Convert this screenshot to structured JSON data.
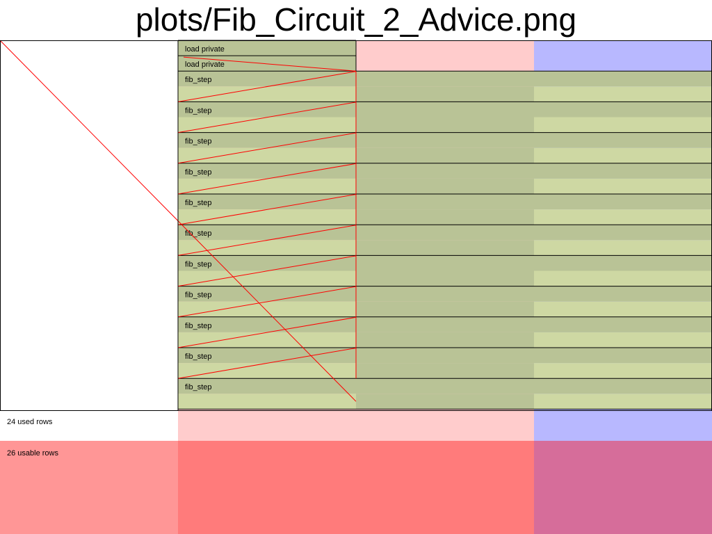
{
  "title": "plots/Fib_Circuit_2_Advice.png",
  "colors": {
    "selector_band": "#ffffff",
    "advice_used": "#ffcccc",
    "fixed_used": "#b8b8ff",
    "region_dark": "#b9c396",
    "region_light": "#ced8a3",
    "usable_selector": "#ff9696",
    "usable_advice": "#ff7b7b",
    "usable_fixed": "#d66d9a",
    "permutation_line": "#ff0000"
  },
  "regions": [
    {
      "label": "load private",
      "rows": 1
    },
    {
      "label": "load private",
      "rows": 1
    },
    {
      "label": "fib_step",
      "rows": 2
    },
    {
      "label": "fib_step",
      "rows": 2
    },
    {
      "label": "fib_step",
      "rows": 2
    },
    {
      "label": "fib_step",
      "rows": 2
    },
    {
      "label": "fib_step",
      "rows": 2
    },
    {
      "label": "fib_step",
      "rows": 2
    },
    {
      "label": "fib_step",
      "rows": 2
    },
    {
      "label": "fib_step",
      "rows": 2
    },
    {
      "label": "fib_step",
      "rows": 2
    },
    {
      "label": "fib_step",
      "rows": 2
    },
    {
      "label": "fib_step",
      "rows": 2
    }
  ],
  "used_rows_label": "24 used rows",
  "usable_rows_label": "26 usable rows"
}
